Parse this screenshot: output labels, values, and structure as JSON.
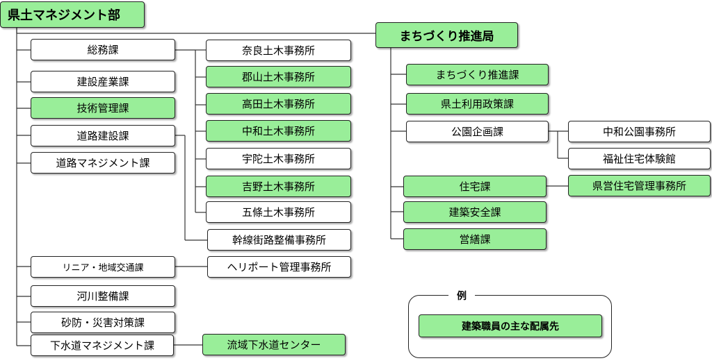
{
  "colors": {
    "highlight": "#99ee99",
    "plain": "#ffffff",
    "line": "#333333"
  },
  "dept": "県土マネジメント部",
  "bureau": "まちづくり推進局",
  "left": {
    "soumu": "総務課",
    "kensetsu_sangyo": "建設産業課",
    "gijutsu_kanri": "技術管理課",
    "doro_kensetsu": "道路建設課",
    "doro_management": "道路マネジメント課",
    "linear": "リニア・地域交通課",
    "kasen": "河川整備課",
    "sabo": "砂防・災害対策課",
    "gesuido": "下水道マネジメント課"
  },
  "offices": {
    "nara": "奈良土木事務所",
    "koriyama": "郡山土木事務所",
    "takada": "高田土木事務所",
    "chuwa": "中和土木事務所",
    "uda": "宇陀土木事務所",
    "yoshino": "吉野土木事務所",
    "gojo": "五條土木事務所",
    "kansen": "幹線街路整備事務所",
    "heliport": "ヘリポート管理事務所",
    "ryuiki": "流域下水道センター"
  },
  "right": {
    "machizukuri": "まちづくり推進課",
    "kendo_riyo": "県土利用政策課",
    "koen": "公園企画課",
    "jutaku": "住宅課",
    "kenchiku_anzen": "建築安全課",
    "eizen": "営繕課"
  },
  "right_offices": {
    "chuwa_koen": "中和公園事務所",
    "fukushi": "福祉住宅体験館",
    "kenei": "県営住宅管理事務所"
  },
  "legend": {
    "title": "例",
    "item": "建築職員の主な配属先"
  }
}
